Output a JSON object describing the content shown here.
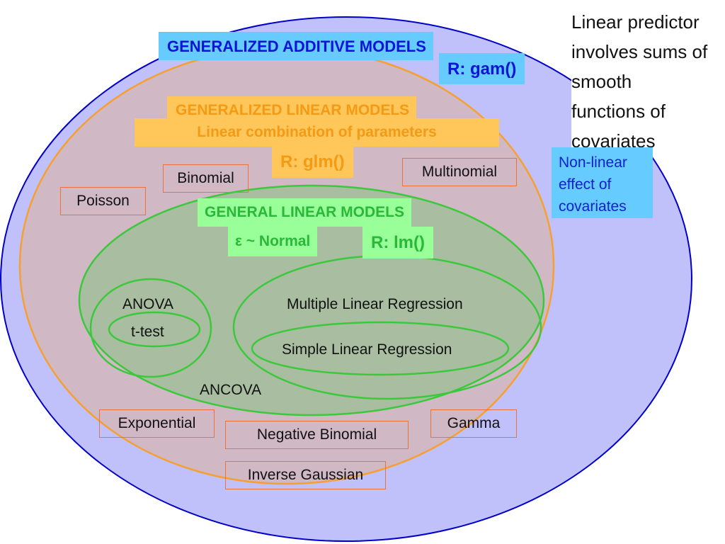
{
  "gam": {
    "title": "GENERALIZED ADDITIVE MODELS",
    "r_function": "R: gam()",
    "description": "Linear predictor involves sums of smooth functions of covariates",
    "description_lines": [
      "Linear predictor",
      "involves sums of",
      "smooth",
      "functions of",
      "covariates"
    ],
    "note": "Non-linear effect of covariates",
    "note_lines": [
      "Non-linear",
      "effect of",
      "covariates"
    ]
  },
  "glm": {
    "title": "GENERALIZED LINEAR MODELS",
    "subtitle": "Linear combination of parameters",
    "r_function": "R: glm()",
    "distributions": {
      "binomial": "Binomial",
      "multinomial": "Multinomial",
      "poisson": "Poisson",
      "exponential": "Exponential",
      "gamma": "Gamma",
      "negative_binomial": "Negative Binomial",
      "inverse_gaussian": "Inverse Gaussian"
    }
  },
  "lm": {
    "title": "GENERAL LINEAR MODELS",
    "error_assumption": "ε ~ Normal",
    "r_function": "R: lm()",
    "methods": {
      "anova": "ANOVA",
      "t_test": "t-test",
      "mlr": "Multiple Linear Regression",
      "slr": "Simple Linear Regression",
      "ancova": "ANCOVA"
    }
  },
  "colors": {
    "gam_fill": "#c0c0fb",
    "gam_stroke": "#0000c8",
    "glm_fill": "#d0b8c4",
    "glm_stroke": "#f5a030",
    "lm_fill": "#a9bea0",
    "lm_stroke": "#3cc83c",
    "dist_border": "#f0703c"
  }
}
